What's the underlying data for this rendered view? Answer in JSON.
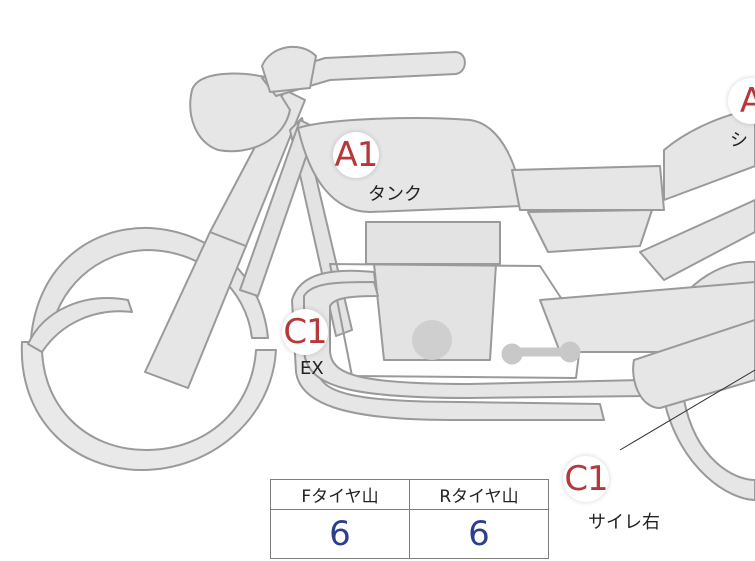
{
  "callouts": [
    {
      "code": "A1",
      "label": "タンク"
    },
    {
      "code": "C1",
      "label": "EX"
    },
    {
      "code": "C1",
      "label": "サイレ右"
    },
    {
      "code": "A",
      "label": "シ"
    }
  ],
  "tire_table": {
    "headers": [
      "Fタイヤ山",
      "Rタイヤ山"
    ],
    "values": [
      "6",
      "6"
    ]
  },
  "colors": {
    "badge_text": "#b5383a",
    "value_text": "#2d3f8a",
    "part_fill": "#e6e6e6",
    "part_stroke": "#9a9a9a"
  }
}
